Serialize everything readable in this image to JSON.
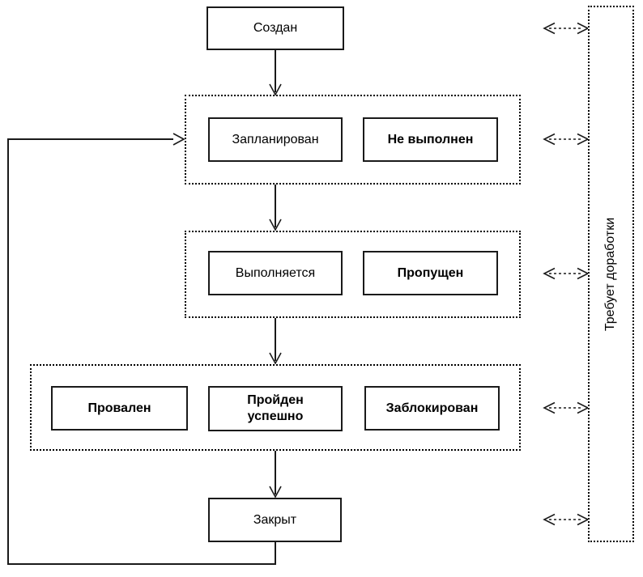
{
  "diagram": {
    "kind": "state-flow-diagram",
    "colors": {
      "line": "#000000",
      "background": "#ffffff",
      "box_fill": "#ffffff"
    },
    "nodes": {
      "created": {
        "label": "Создан",
        "emphasis": "normal"
      },
      "planned": {
        "label": "Запланирован",
        "emphasis": "normal"
      },
      "not_executed": {
        "label": "Не выполнен",
        "emphasis": "bold"
      },
      "executing": {
        "label": "Выполняется",
        "emphasis": "normal"
      },
      "skipped": {
        "label": "Пропущен",
        "emphasis": "bold"
      },
      "failed": {
        "label": "Провален",
        "emphasis": "bold"
      },
      "passed": {
        "label": "Пройден успешно",
        "emphasis": "bold"
      },
      "blocked": {
        "label": "Заблокирован",
        "emphasis": "bold"
      },
      "closed": {
        "label": "Закрыт",
        "emphasis": "normal"
      },
      "needs_rework": {
        "label": "Требует доработки",
        "emphasis": "normal",
        "orientation": "vertical-bottom-to-top"
      }
    },
    "groups": [
      {
        "members": [
          "planned",
          "not_executed"
        ]
      },
      {
        "members": [
          "executing",
          "skipped"
        ]
      },
      {
        "members": [
          "failed",
          "passed",
          "blocked"
        ]
      }
    ],
    "edges": [
      {
        "from": "created",
        "to": "group-planned",
        "style": "solid-arrow"
      },
      {
        "from": "group-planned",
        "to": "group-executing",
        "style": "solid-arrow"
      },
      {
        "from": "group-executing",
        "to": "group-result",
        "style": "solid-arrow"
      },
      {
        "from": "group-result",
        "to": "closed",
        "style": "solid-arrow"
      },
      {
        "from": "closed",
        "to": "group-planned",
        "style": "solid-arrow-loop-left"
      },
      {
        "from": "created",
        "to": "needs_rework",
        "style": "dashed-double-arrow"
      },
      {
        "from": "group-planned",
        "to": "needs_rework",
        "style": "dashed-double-arrow"
      },
      {
        "from": "group-executing",
        "to": "needs_rework",
        "style": "dashed-double-arrow"
      },
      {
        "from": "group-result",
        "to": "needs_rework",
        "style": "dashed-double-arrow"
      },
      {
        "from": "closed",
        "to": "needs_rework",
        "style": "dashed-double-arrow"
      }
    ]
  }
}
